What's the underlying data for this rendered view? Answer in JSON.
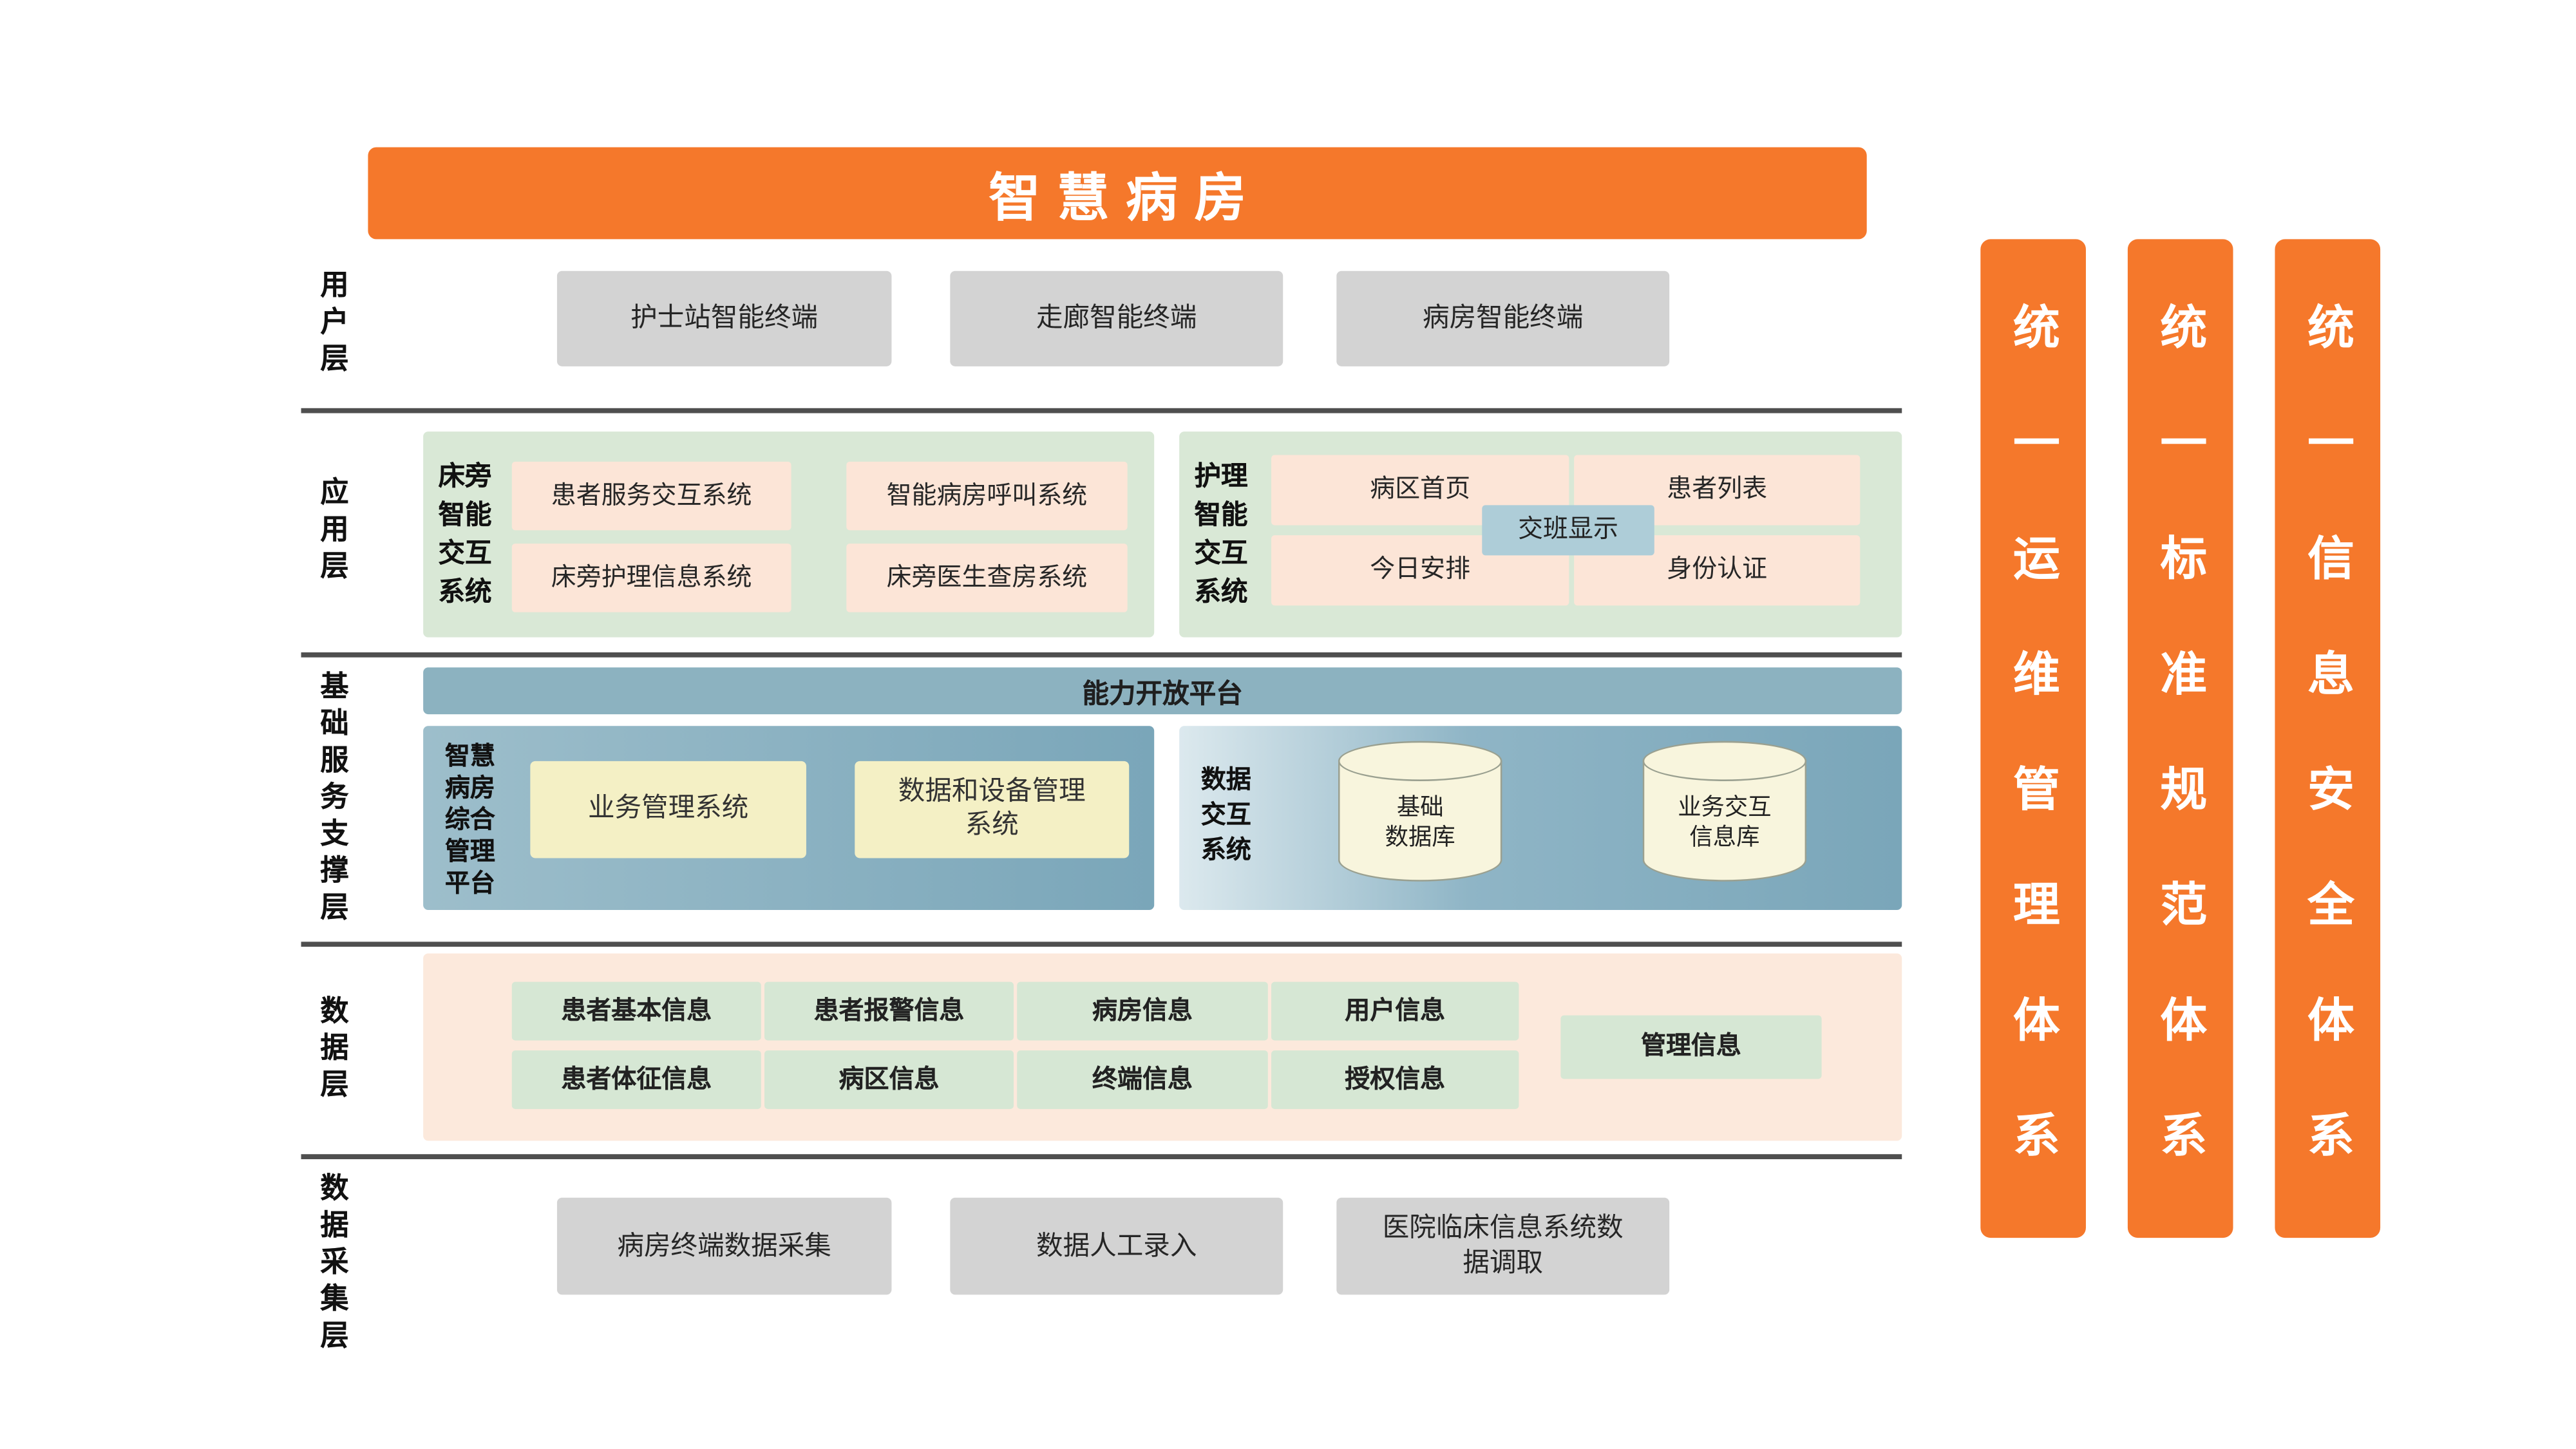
{
  "title": "智慧病房",
  "layers": {
    "user": {
      "label": "用\n户\n层",
      "boxes": [
        "护士站智能终端",
        "走廊智能终端",
        "病房智能终端"
      ]
    },
    "application": {
      "label": "应\n用\n层",
      "bedside": {
        "label": "床旁\n智能\n交互\n系统",
        "boxes": [
          "患者服务交互系统",
          "智能病房呼叫系统",
          "床旁护理信息系统",
          "床旁医生查房系统"
        ]
      },
      "nursing": {
        "label": "护理\n智能\n交互\n系统",
        "boxes": [
          "病区首页",
          "患者列表",
          "今日安排",
          "身份认证"
        ],
        "overlay": "交班显示"
      }
    },
    "platform": {
      "label": "基\n础\n服\n务\n支\n撑\n层",
      "capability_bar": "能力开放平台",
      "management": {
        "label": "智慧\n病房\n综合\n管理\n平台",
        "boxes": [
          "业务管理系统",
          "数据和设备管理\n系统"
        ]
      },
      "exchange": {
        "label": "数据\n交互\n系统",
        "databases": [
          "基础\n数据库",
          "业务交互\n信息库"
        ]
      }
    },
    "data": {
      "label": "数\n据\n层",
      "row1": [
        "患者基本信息",
        "患者报警信息",
        "病房信息",
        "用户信息"
      ],
      "row2": [
        "患者体征信息",
        "病区信息",
        "终端信息",
        "授权信息"
      ],
      "side": "管理信息"
    },
    "collection": {
      "label": "数\n据\n采\n集\n层",
      "boxes": [
        "病房终端数据采集",
        "数据人工录入",
        "医院临床信息系统数\n据调取"
      ]
    }
  },
  "pillars": [
    "统一运维管理体系",
    "统一标准规范体系",
    "统一信息安全体系"
  ],
  "colors": {
    "accent_orange": "#f5782b",
    "gray_box": "#d3d3d3",
    "green_container": "#d9e8d6",
    "pink_box": "#fce5d7",
    "blue_bar": "#8cb2c0",
    "blue_container": "#7aa6b9",
    "yellow_box": "#f4f0c5",
    "peach_container": "#fce9dc",
    "green_box": "#d6e7d4",
    "overlay_blue": "#aecdd8",
    "database_fill": "#f8f5dd"
  }
}
